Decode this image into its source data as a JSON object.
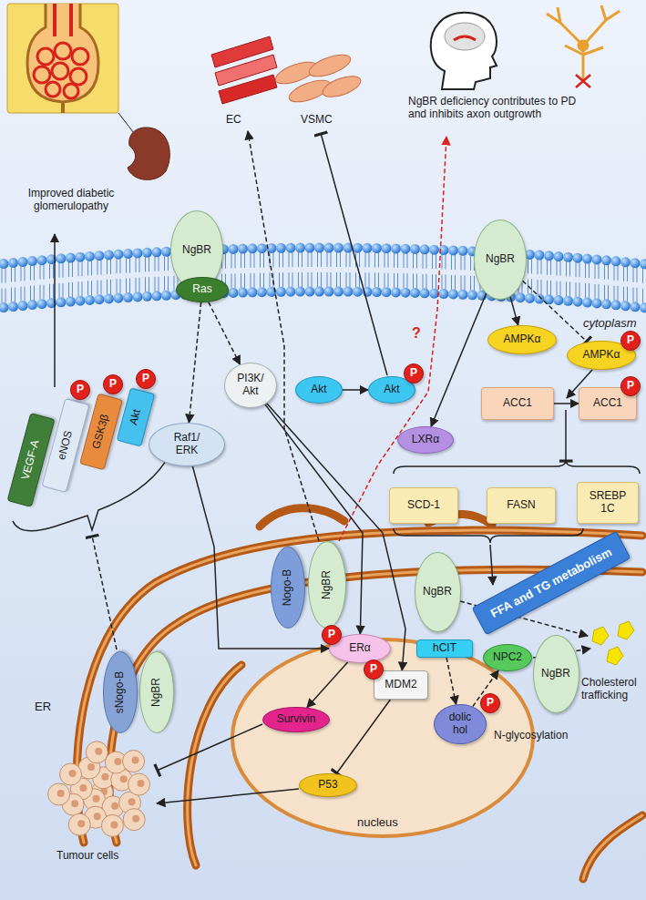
{
  "diagram": {
    "nodes": [
      {
        "text": [
          "NgBR"
        ]
      },
      {
        "text": [
          "Ras"
        ]
      },
      {
        "text": [
          "NgBR"
        ]
      },
      {
        "text": [
          "AMPKα"
        ]
      },
      {
        "text": [
          "AMPKα"
        ]
      },
      {
        "text": [
          "P"
        ]
      },
      {
        "text": [
          "Akt"
        ]
      },
      {
        "text": [
          "Akt"
        ]
      },
      {
        "text": [
          "P"
        ]
      },
      {
        "text": [
          "PI3K/ Akt"
        ]
      },
      {
        "text": [
          "ACC1"
        ]
      },
      {
        "text": [
          "ACC1"
        ]
      },
      {
        "text": [
          "P"
        ]
      },
      {
        "text": [
          "LXRα"
        ]
      },
      {
        "text": [
          "VEGF-A"
        ]
      },
      {
        "text": [
          "eNOS"
        ]
      },
      {
        "text": [
          "P"
        ]
      },
      {
        "text": [
          "GSK3β"
        ]
      },
      {
        "text": [
          "P"
        ]
      },
      {
        "text": [
          "Akt"
        ]
      },
      {
        "text": [
          "P"
        ]
      },
      {
        "text": [
          "Raf1/ ERK"
        ]
      },
      {
        "text": [
          "SCD-1"
        ]
      },
      {
        "text": [
          "FASN"
        ]
      },
      {
        "text": [
          "SREBP 1C"
        ]
      },
      {
        "text": [
          "FFA and TG metabolism"
        ]
      },
      {
        "text": [
          "sNogo-B"
        ]
      },
      {
        "text": [
          "NgBR"
        ]
      },
      {
        "text": [
          "Nogo-B"
        ]
      },
      {
        "text": [
          "NgBR"
        ]
      },
      {
        "text": [
          "NgBR"
        ]
      },
      {
        "text": [
          "hCIT"
        ]
      },
      {
        "text": [
          "NPC2"
        ]
      },
      {
        "text": [
          "NgBR"
        ]
      },
      {
        "text": [
          "ERα"
        ]
      },
      {
        "text": [
          "P"
        ]
      },
      {
        "text": [
          "MDM2"
        ]
      },
      {
        "text": [
          "P"
        ]
      },
      {
        "text": [
          "dolic hol"
        ]
      },
      {
        "text": [
          "P"
        ]
      },
      {
        "text": [
          "Survivin"
        ]
      },
      {
        "text": [
          "P53"
        ]
      }
    ],
    "edges": [
      {
        "from": 1,
        "to": 21,
        "arrow": "to"
      },
      {
        "from": 1,
        "to": 9,
        "arrow": "to"
      },
      {
        "from": 21,
        "to": 34,
        "arrow": "to"
      },
      {
        "from": 9,
        "to": 34,
        "arrow": "to"
      },
      {
        "from": 9,
        "to": 36,
        "arrow": "to"
      },
      {
        "from": 6,
        "to": 7,
        "arrow": "to"
      },
      {
        "from": 2,
        "to": 3,
        "arrow": "to"
      },
      {
        "from": 2,
        "to": 4,
        "arrow": "to"
      },
      {
        "from": 2,
        "to": 13,
        "arrow": "to"
      },
      {
        "from": 10,
        "to": 11,
        "arrow": "to"
      },
      {
        "from": 31,
        "to": 38,
        "arrow": "to"
      },
      {
        "from": 38,
        "to": 32,
        "arrow": "to"
      },
      {
        "from": 34,
        "to": 40,
        "arrow": "to"
      },
      {
        "from": 36,
        "to": 41,
        "arrow": "to"
      }
    ],
    "labels": [
      "Improved diabetic glomerulopathy",
      "EC",
      "VSMC",
      "NgBR deficiency contributes to PD and inhibits axon outgrowth",
      "cytoplasm",
      "?",
      "ER",
      "nucleus",
      "N-glycosylation",
      "Cholesterol trafficking",
      "Tumour cells"
    ]
  }
}
